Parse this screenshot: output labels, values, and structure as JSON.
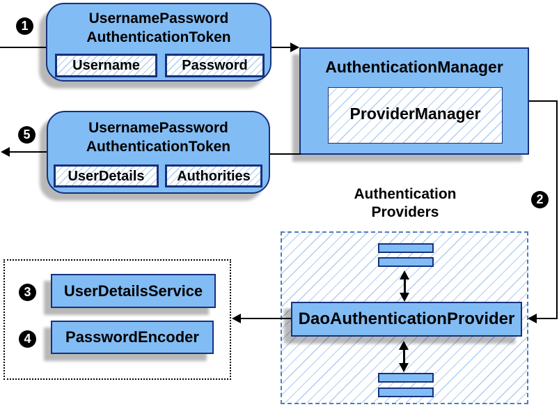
{
  "colors": {
    "box_fill": "#82bcf4",
    "box_border": "#16317d",
    "hatch_line": "#aecdf2",
    "dashed_border": "#4b7dbe"
  },
  "badges": {
    "step1": "1",
    "step2": "2",
    "step3": "3",
    "step4": "4",
    "step5": "5"
  },
  "request_token": {
    "title_line1": "UsernamePassword",
    "title_line2": "AuthenticationToken",
    "field1": "Username",
    "field2": "Password"
  },
  "auth_manager": {
    "title": "AuthenticationManager",
    "inner": "ProviderManager"
  },
  "response_token": {
    "title_line1": "UsernamePassword",
    "title_line2": "AuthenticationToken",
    "field1": "UserDetails",
    "field2": "Authorities"
  },
  "providers": {
    "label_line1": "Authentication",
    "label_line2": "Providers",
    "dao": "DaoAuthenticationProvider"
  },
  "services": {
    "user_details": "UserDetailsService",
    "password_encoder": "PasswordEncoder"
  }
}
